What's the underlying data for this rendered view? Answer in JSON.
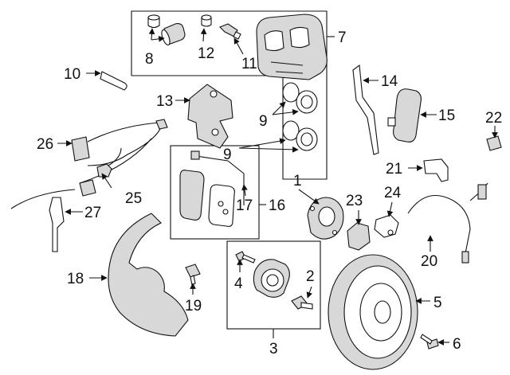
{
  "diagram": {
    "callouts": {
      "c1": "1",
      "c2": "2",
      "c3": "3",
      "c4": "4",
      "c5": "5",
      "c6": "6",
      "c7": "7",
      "c8": "8",
      "c9a": "9",
      "c9b": "9",
      "c10": "10",
      "c11": "11",
      "c12": "12",
      "c13": "13",
      "c14": "14",
      "c15": "15",
      "c16": "16",
      "c17": "17",
      "c18": "18",
      "c19": "19",
      "c20": "20",
      "c21": "21",
      "c22": "22",
      "c23": "23",
      "c24": "24",
      "c25": "25",
      "c26": "26",
      "c27": "27"
    }
  }
}
